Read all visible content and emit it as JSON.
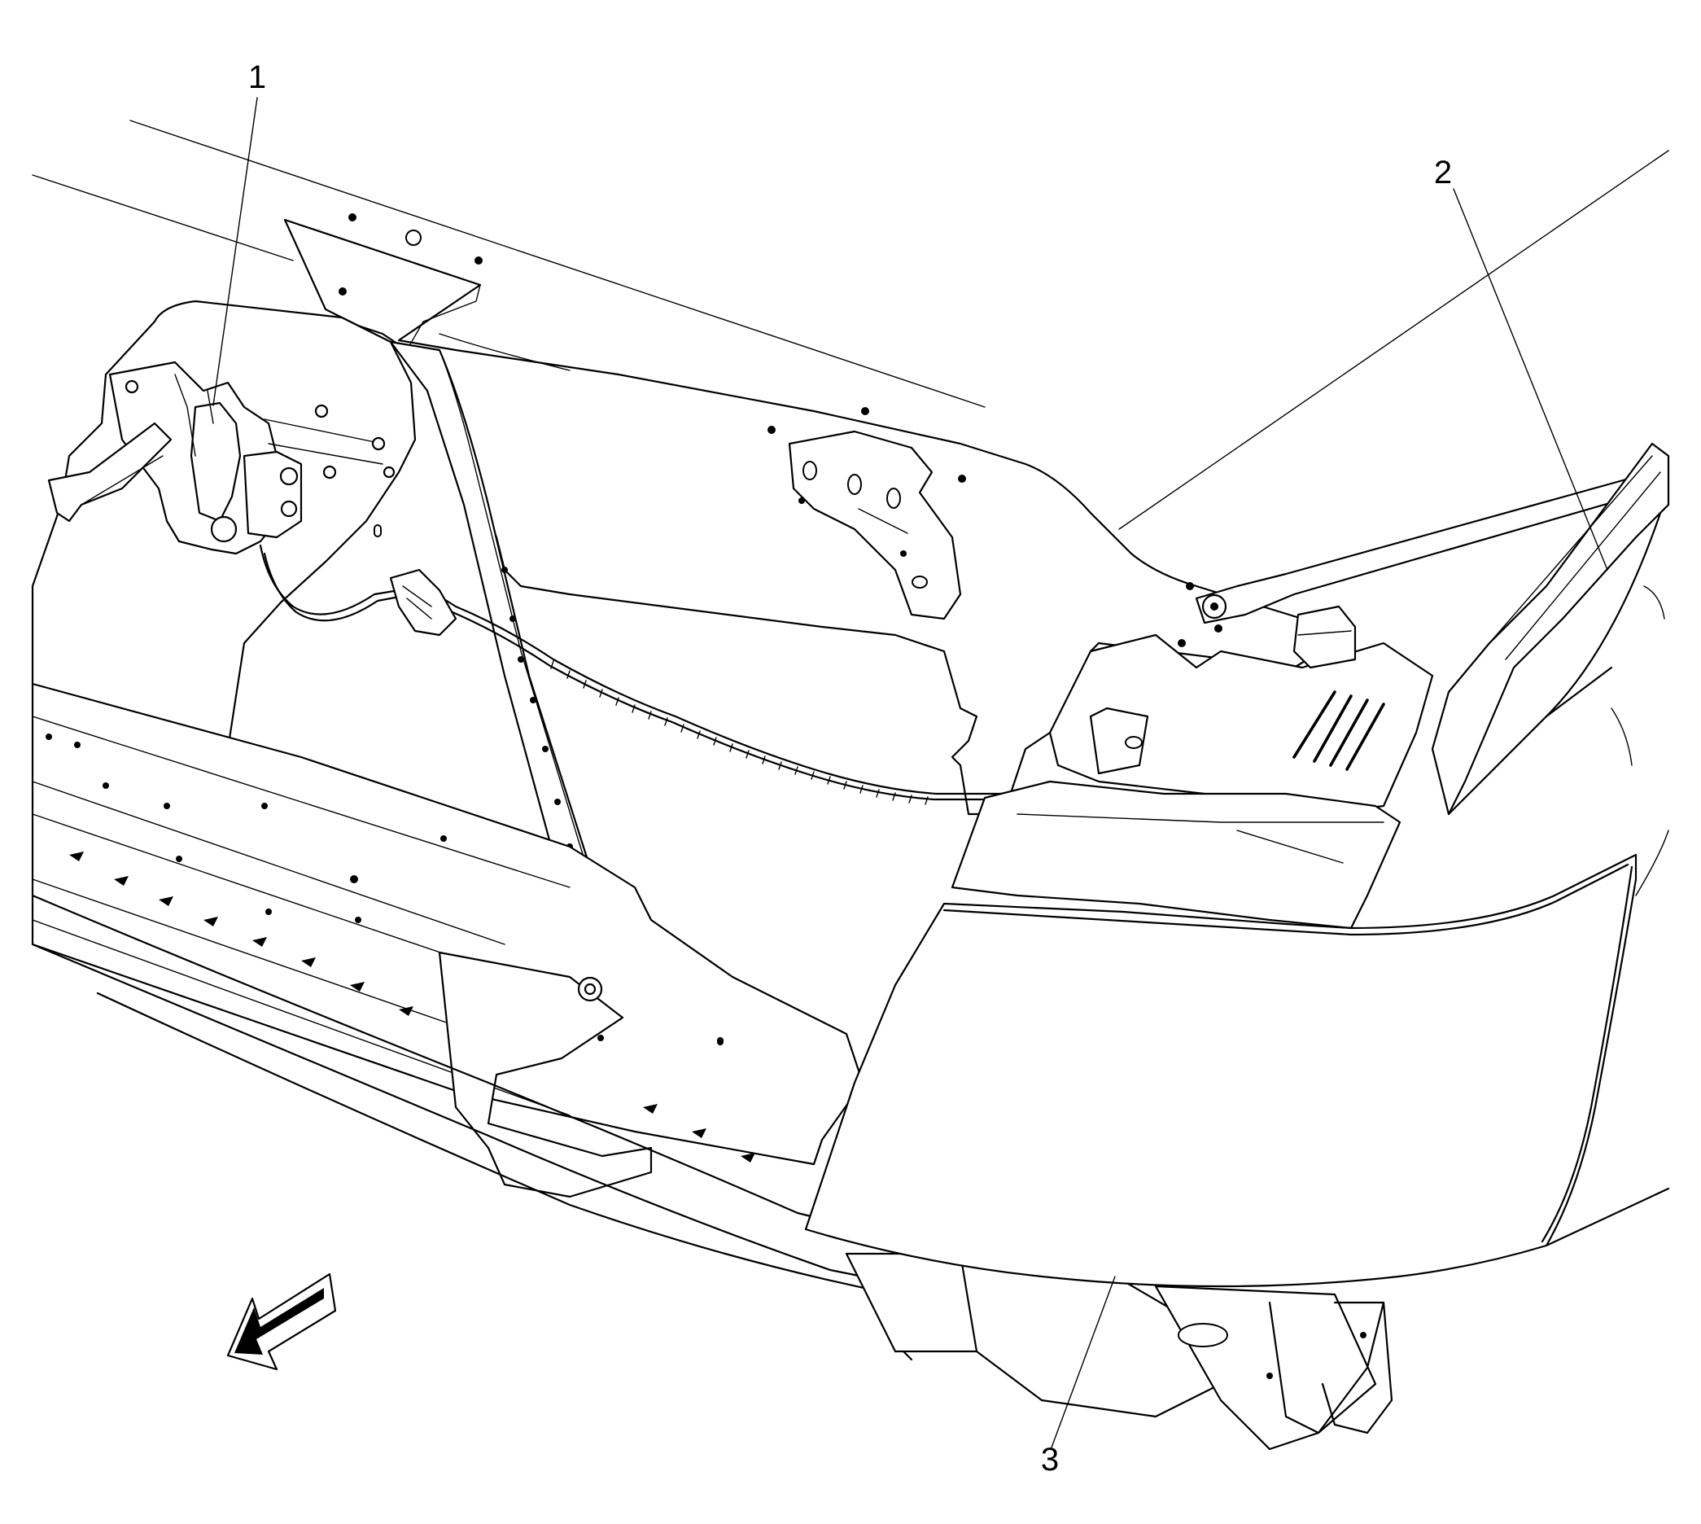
{
  "callouts": [
    {
      "id": "1",
      "label": "1"
    },
    {
      "id": "2",
      "label": "2"
    },
    {
      "id": "3",
      "label": "3"
    }
  ],
  "colors": {
    "line": "#000000",
    "background": "#ffffff"
  },
  "icons": {
    "direction_arrow": "forward-arrow-icon"
  }
}
